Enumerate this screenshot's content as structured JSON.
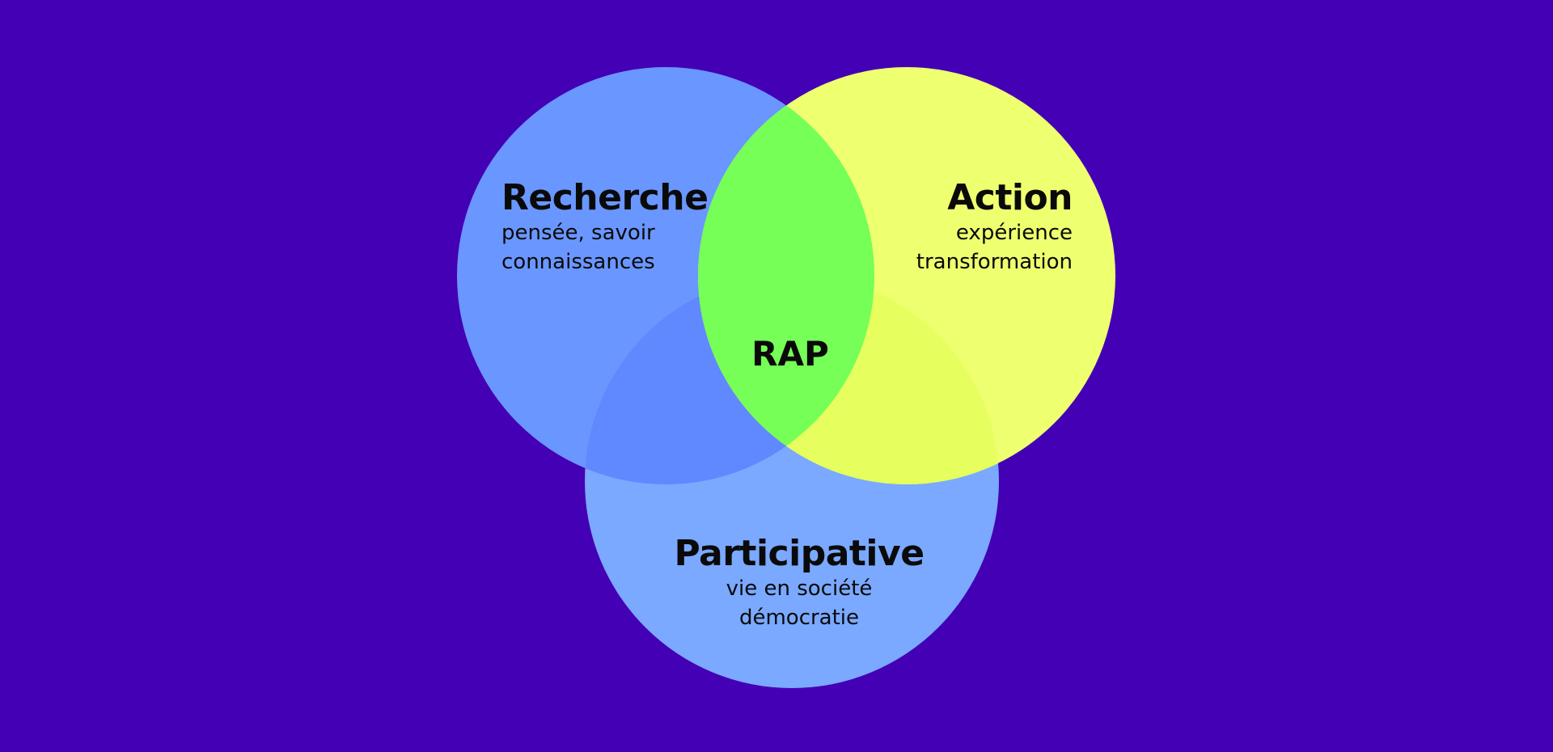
{
  "colors": {
    "background": "#4400b5",
    "recherche": "#6a96ff",
    "action": "#eeff6f",
    "participative": "#7aa9ff",
    "overlap_recherche_action": "#75ff57",
    "overlap_recherche_participative": "#6088ff",
    "overlap_action_participative": "#e6ff5e"
  },
  "diagram": {
    "recherche": {
      "title": "Recherche",
      "line1": "pensée, savoir",
      "line2": "connaissances"
    },
    "action": {
      "title": "Action",
      "line1": "expérience",
      "line2": "transformation"
    },
    "participative": {
      "title": "Participative",
      "line1": "vie en société",
      "line2": "démocratie"
    },
    "center": {
      "title": "RAP"
    }
  }
}
